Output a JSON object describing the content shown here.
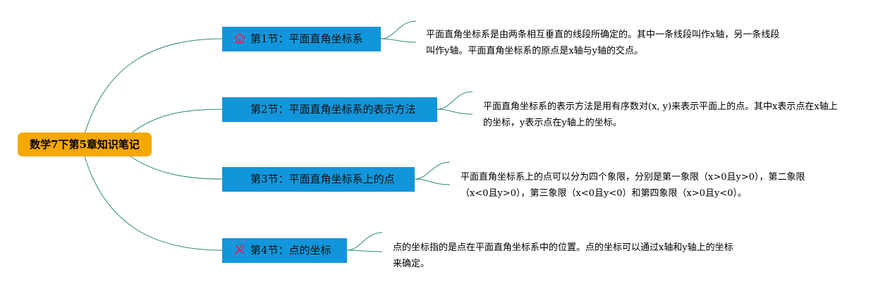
{
  "root": {
    "title": "数学7下第5章知识笔记"
  },
  "sections": [
    {
      "label": "第1节：平面直角坐标系",
      "icon": "home-icon",
      "description": "平面直角坐标系是由两条相互垂直的线段所确定的。其中一条线段叫作x轴，另一条线段叫作y轴。平面直角坐标系的原点是x轴与y轴的交点。"
    },
    {
      "label": "第2节：平面直角坐标系的表示方法",
      "icon": "blank-icon",
      "description": "平面直角坐标系的表示方法是用有序数对(x, y)来表示平面上的点。其中x表示点在x轴上的坐标，y表示点在y轴上的坐标。"
    },
    {
      "label": "第3节：平面直角坐标系上的点",
      "icon": "blank-icon",
      "description": "平面直角坐标系上的点可以分为四个象限，分别是第一象限（x>0且y>0），第二象限（x<0且y>0），第三象限（x<0且y<0）和第四象限（x>0且y<0）。"
    },
    {
      "label": "第4节：点的坐标",
      "icon": "tools-icon",
      "description": "点的坐标指的是点在平面直角坐标系中的位置。点的坐标可以通过x轴和y轴上的坐标来确定。"
    }
  ],
  "colors": {
    "root_fill": "#f5a800",
    "section_fill": "#1296db",
    "connector": "#2e8b78",
    "icon_accent": "#e0245e"
  }
}
